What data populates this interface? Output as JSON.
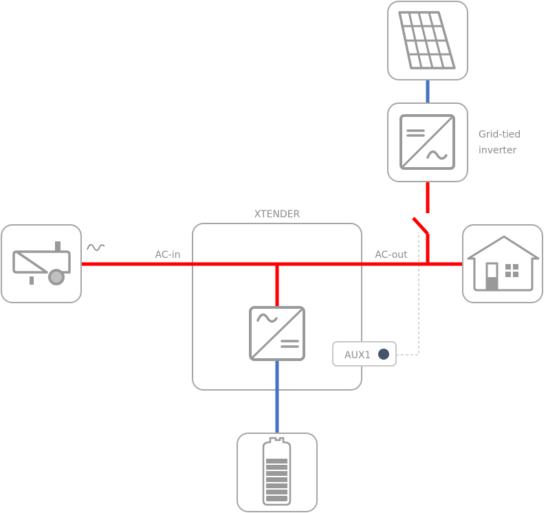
{
  "diagram": {
    "title": "XTENDER system diagram",
    "colors": {
      "ac_line": "#ff0000",
      "dc_line": "#4472c4",
      "box_border": "#a6a6a6",
      "icon": "#999999",
      "label": "#8c8c8c",
      "aux_dot": "#44546a",
      "control_line": "#c8c8c8"
    },
    "nodes": {
      "generator": {
        "name": "Generator",
        "symbol": "∿"
      },
      "xtender": {
        "label": "XTENDER"
      },
      "pv_panel": {
        "name": "Solar panel"
      },
      "grid_inverter": {
        "label_line1": "Grid-tied",
        "label_line2": "inverter"
      },
      "house": {
        "name": "House / loads"
      },
      "battery": {
        "name": "Battery"
      },
      "aux": {
        "label": "AUX1"
      }
    },
    "connections": {
      "ac_in": "AC-in",
      "ac_out": "AC-out"
    }
  }
}
